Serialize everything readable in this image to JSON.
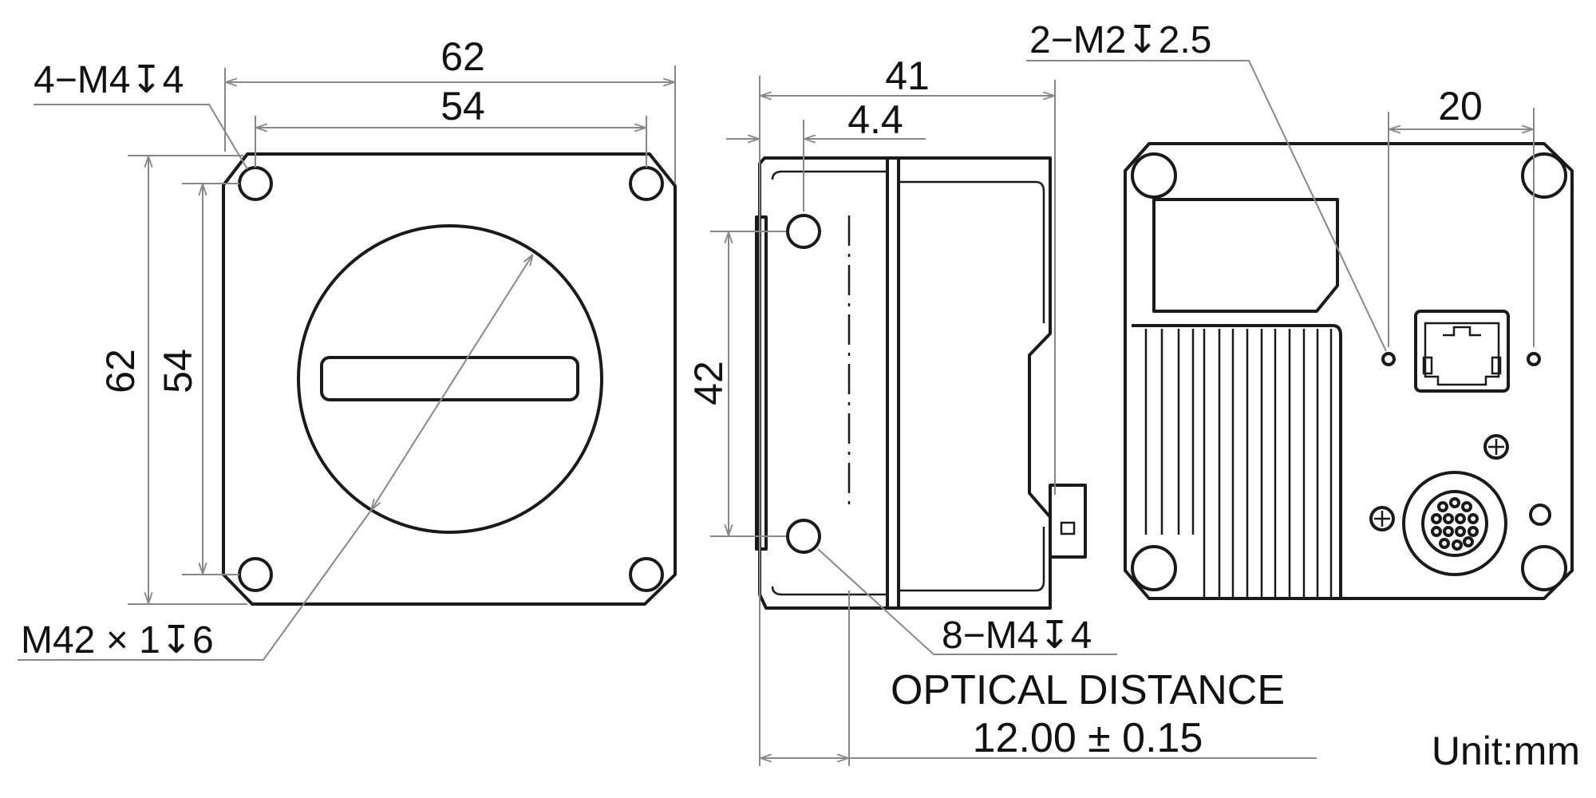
{
  "front_view": {
    "width_outer": "62",
    "width_holes": "54",
    "height_outer": "62",
    "height_holes": "54",
    "hole_callout": "4−M4↧4",
    "mount_callout": "M42 × 1↧6"
  },
  "side_view": {
    "depth": "41",
    "flange": "4.4",
    "hole_spacing": "42",
    "hole_callout": "8−M4↧4",
    "optical_title": "OPTICAL DISTANCE",
    "optical_value": "12.00 ± 0.15"
  },
  "rear_view": {
    "hole_callout": "2−M2↧2.5",
    "hole_spacing": "20"
  },
  "units": "Unit:mm"
}
